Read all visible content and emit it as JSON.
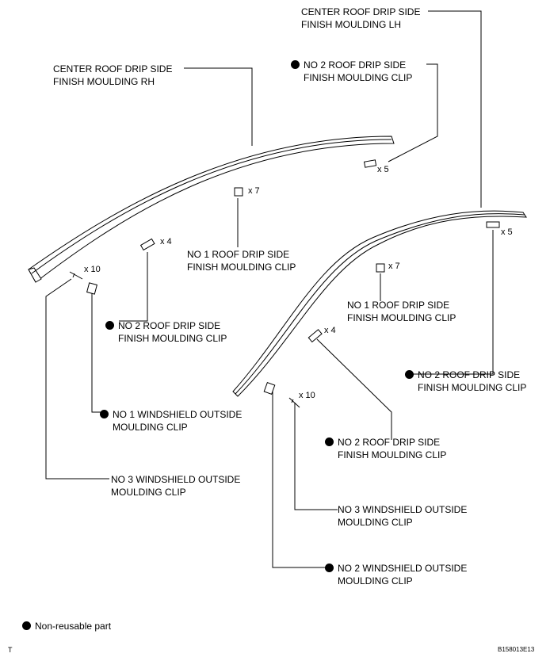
{
  "labels": {
    "center_lh": [
      "CENTER ROOF DRIP SIDE",
      "FINISH MOULDING LH"
    ],
    "center_rh": [
      "CENTER ROOF DRIP SIDE",
      "FINISH MOULDING RH"
    ],
    "no2_roof_clip_top": [
      "NO  2 ROOF DRIP SIDE",
      "FINISH MOULDING CLIP"
    ],
    "no1_roof_clip_left": [
      "NO  1 ROOF DRIP SIDE",
      "FINISH MOULDING CLIP"
    ],
    "no2_roof_clip_left": [
      "NO  2 ROOF DRIP SIDE",
      "FINISH MOULDING CLIP"
    ],
    "no1_windshield_clip": [
      "NO  1 WINDSHIELD OUTSIDE",
      "MOULDING CLIP"
    ],
    "no3_windshield_clip_left": [
      "NO  3 WINDSHIELD OUTSIDE",
      "MOULDING CLIP"
    ],
    "no1_roof_clip_right": [
      "NO  1 ROOF DRIP SIDE",
      "FINISH MOULDING CLIP"
    ],
    "no2_roof_clip_right": [
      "NO  2 ROOF DRIP SIDE",
      "FINISH MOULDING CLIP"
    ],
    "no2_roof_clip_center": [
      "NO  2 ROOF DRIP SIDE",
      "FINISH MOULDING CLIP"
    ],
    "no3_windshield_clip_right": [
      "NO  3 WINDSHIELD OUTSIDE",
      "MOULDING CLIP"
    ],
    "no2_windshield_clip": [
      "NO  2 WINDSHIELD OUTSIDE",
      "MOULDING CLIP"
    ]
  },
  "quantities": {
    "q_top_right": "x 5",
    "q_lh_top_clip": "x 5",
    "q_rh_no1": "x 7",
    "q_rh_no2": "x 4",
    "q_rh_no3": "x 10",
    "q_lh_no1": "x 7",
    "q_lh_no2": "x 4",
    "q_lh_no3": "x 10"
  },
  "legend": {
    "text": "Non-reusable part",
    "symbol": "black-dot"
  },
  "corner_left": "T",
  "figure_code": "B158013E13"
}
